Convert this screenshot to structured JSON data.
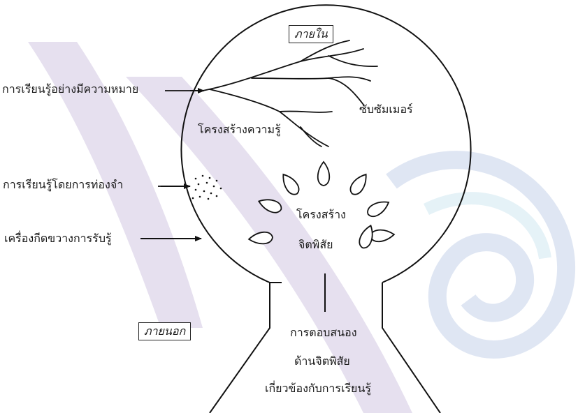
{
  "labels": {
    "inner_box": "ภายใน",
    "meaningful_learning": "การเรียนรู้อย่างมีความหมาย",
    "subsumer": "ซับซัมเมอร์",
    "cognitive_structure": "โครงสร้างความรู้",
    "rote_learning": "การเรียนรู้โดยการท่องจำ",
    "affective_structure_line1": "โครงสร้าง",
    "affective_structure_line2": "จิตพิสัย",
    "perception_barrier": "เครื่องกีดขวางการรับรู้",
    "outer_box": "ภายนอก",
    "response_line1": "การตอบสนอง",
    "response_line2": "ด้านจิตพิสัย",
    "response_line3": "เกี่ยวข้องกับการเรียนรู้"
  },
  "watermark_colors": [
    "#e6e0ef",
    "#dfe6f3",
    "#e5f2f7"
  ]
}
